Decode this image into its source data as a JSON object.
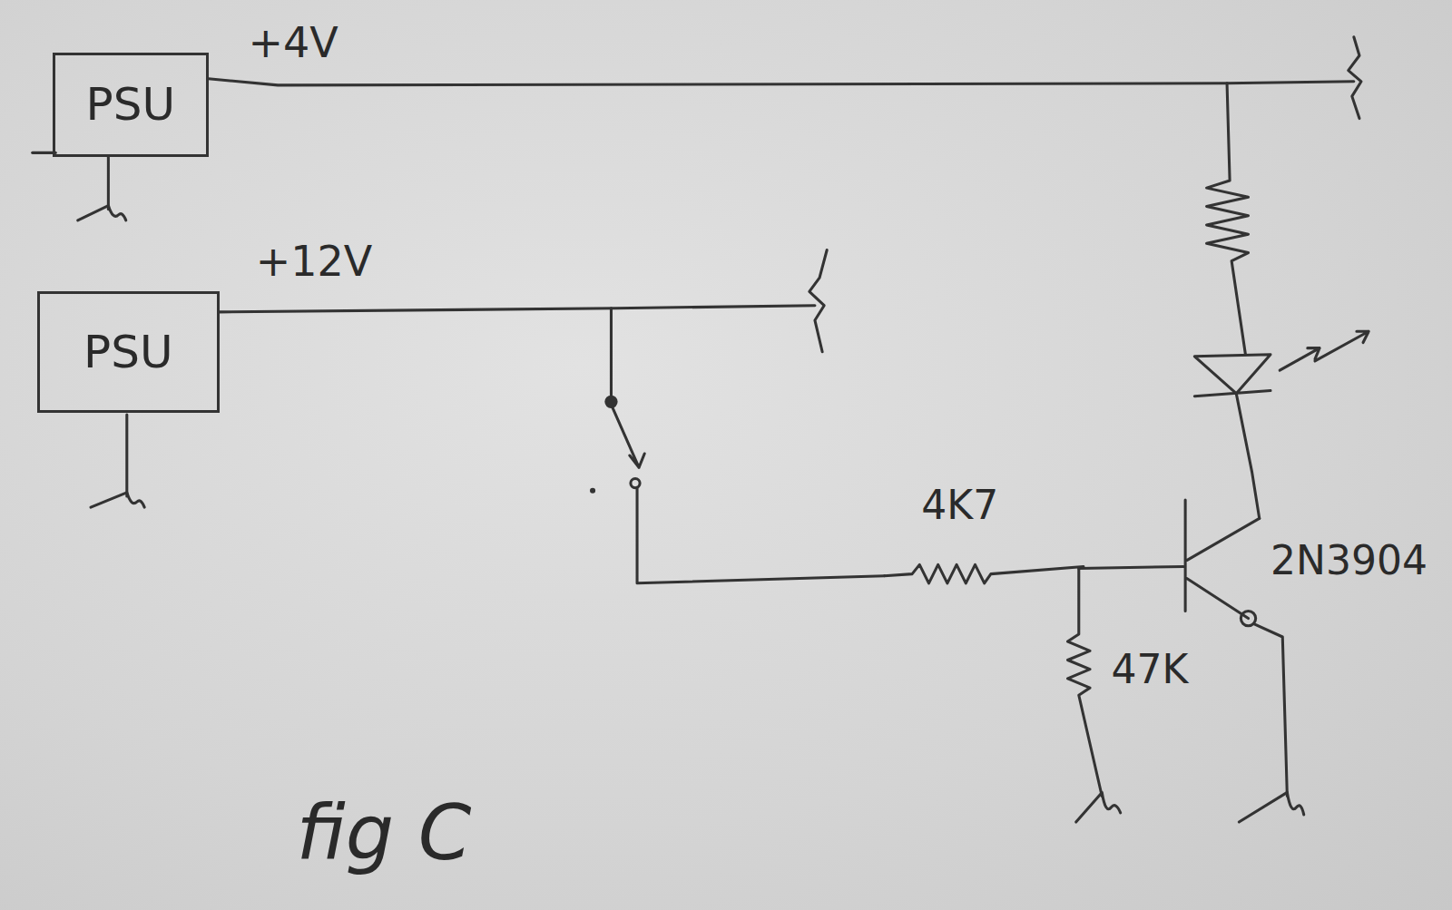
{
  "diagram": {
    "caption": "fig C",
    "nodes": [
      {
        "text": [
          "PSU"
        ]
      },
      {
        "text": [
          "PSU"
        ]
      }
    ],
    "labels": [
      "+4V",
      "+12V",
      "4K7",
      "47K",
      "2N3904"
    ]
  }
}
